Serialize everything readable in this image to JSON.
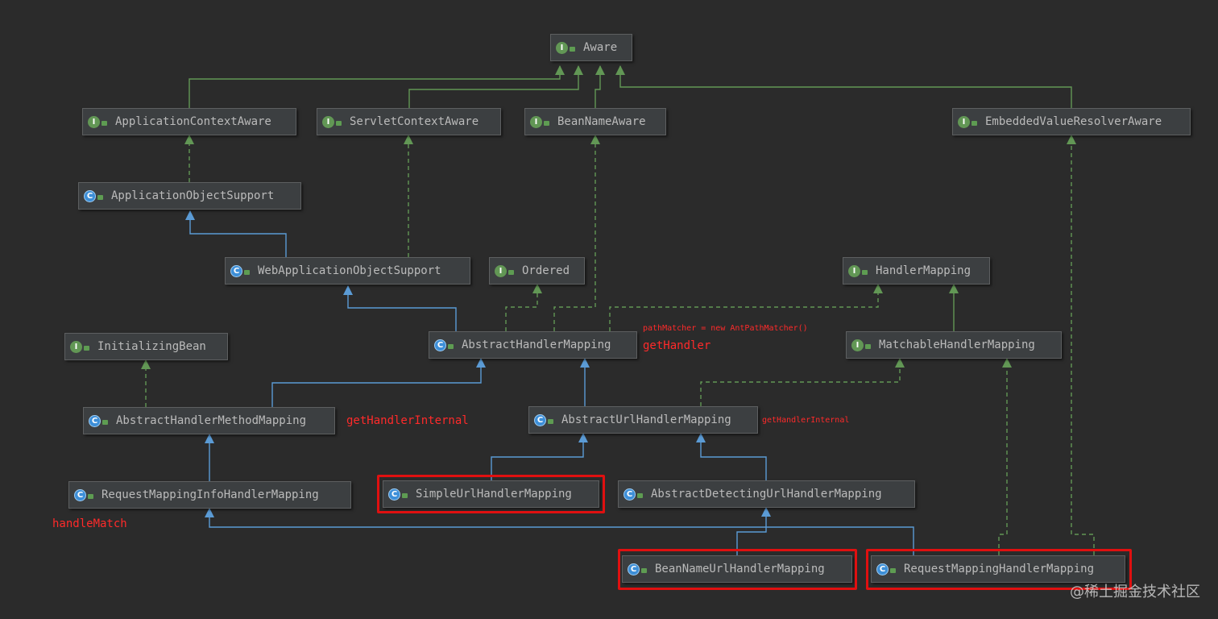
{
  "nodes": [
    {
      "id": "Aware",
      "kind": "I",
      "label": "Aware"
    },
    {
      "id": "ApplicationContextAware",
      "kind": "I",
      "label": "ApplicationContextAware"
    },
    {
      "id": "ServletContextAware",
      "kind": "I",
      "label": "ServletContextAware"
    },
    {
      "id": "BeanNameAware",
      "kind": "I",
      "label": "BeanNameAware"
    },
    {
      "id": "EmbeddedValueResolverAware",
      "kind": "I",
      "label": "EmbeddedValueResolverAware"
    },
    {
      "id": "ApplicationObjectSupport",
      "kind": "C",
      "label": "ApplicationObjectSupport"
    },
    {
      "id": "WebApplicationObjectSupport",
      "kind": "C",
      "label": "WebApplicationObjectSupport"
    },
    {
      "id": "Ordered",
      "kind": "I",
      "label": "Ordered"
    },
    {
      "id": "HandlerMapping",
      "kind": "I",
      "label": "HandlerMapping"
    },
    {
      "id": "InitializingBean",
      "kind": "I",
      "label": "InitializingBean"
    },
    {
      "id": "AbstractHandlerMapping",
      "kind": "C",
      "label": "AbstractHandlerMapping"
    },
    {
      "id": "MatchableHandlerMapping",
      "kind": "I",
      "label": "MatchableHandlerMapping"
    },
    {
      "id": "AbstractHandlerMethodMapping",
      "kind": "C",
      "label": "AbstractHandlerMethodMapping"
    },
    {
      "id": "AbstractUrlHandlerMapping",
      "kind": "C",
      "label": "AbstractUrlHandlerMapping"
    },
    {
      "id": "RequestMappingInfoHandlerMapping",
      "kind": "C",
      "label": "RequestMappingInfoHandlerMapping"
    },
    {
      "id": "SimpleUrlHandlerMapping",
      "kind": "C",
      "label": "SimpleUrlHandlerMapping"
    },
    {
      "id": "AbstractDetectingUrlHandlerMapping",
      "kind": "C",
      "label": "AbstractDetectingUrlHandlerMapping"
    },
    {
      "id": "BeanNameUrlHandlerMapping",
      "kind": "C",
      "label": "BeanNameUrlHandlerMapping"
    },
    {
      "id": "RequestMappingHandlerMapping",
      "kind": "C",
      "label": "RequestMappingHandlerMapping"
    }
  ],
  "edges": [
    {
      "from": "ApplicationContextAware",
      "to": "Aware",
      "kind": "extends-interface"
    },
    {
      "from": "ServletContextAware",
      "to": "Aware",
      "kind": "extends-interface"
    },
    {
      "from": "BeanNameAware",
      "to": "Aware",
      "kind": "extends-interface"
    },
    {
      "from": "EmbeddedValueResolverAware",
      "to": "Aware",
      "kind": "extends-interface"
    },
    {
      "from": "ApplicationObjectSupport",
      "to": "ApplicationContextAware",
      "kind": "implements"
    },
    {
      "from": "WebApplicationObjectSupport",
      "to": "ApplicationObjectSupport",
      "kind": "extends"
    },
    {
      "from": "WebApplicationObjectSupport",
      "to": "ServletContextAware",
      "kind": "implements"
    },
    {
      "from": "AbstractHandlerMapping",
      "to": "WebApplicationObjectSupport",
      "kind": "extends"
    },
    {
      "from": "AbstractHandlerMapping",
      "to": "Ordered",
      "kind": "implements"
    },
    {
      "from": "AbstractHandlerMapping",
      "to": "BeanNameAware",
      "kind": "implements"
    },
    {
      "from": "AbstractHandlerMapping",
      "to": "HandlerMapping",
      "kind": "implements"
    },
    {
      "from": "MatchableHandlerMapping",
      "to": "HandlerMapping",
      "kind": "extends-interface"
    },
    {
      "from": "AbstractHandlerMethodMapping",
      "to": "AbstractHandlerMapping",
      "kind": "extends"
    },
    {
      "from": "AbstractHandlerMethodMapping",
      "to": "InitializingBean",
      "kind": "implements"
    },
    {
      "from": "AbstractUrlHandlerMapping",
      "to": "AbstractHandlerMapping",
      "kind": "extends"
    },
    {
      "from": "AbstractUrlHandlerMapping",
      "to": "MatchableHandlerMapping",
      "kind": "implements"
    },
    {
      "from": "RequestMappingInfoHandlerMapping",
      "to": "AbstractHandlerMethodMapping",
      "kind": "extends"
    },
    {
      "from": "SimpleUrlHandlerMapping",
      "to": "AbstractUrlHandlerMapping",
      "kind": "extends"
    },
    {
      "from": "AbstractDetectingUrlHandlerMapping",
      "to": "AbstractUrlHandlerMapping",
      "kind": "extends"
    },
    {
      "from": "BeanNameUrlHandlerMapping",
      "to": "AbstractDetectingUrlHandlerMapping",
      "kind": "extends"
    },
    {
      "from": "RequestMappingHandlerMapping",
      "to": "RequestMappingInfoHandlerMapping",
      "kind": "extends"
    },
    {
      "from": "RequestMappingHandlerMapping",
      "to": "MatchableHandlerMapping",
      "kind": "implements"
    },
    {
      "from": "RequestMappingHandlerMapping",
      "to": "EmbeddedValueResolverAware",
      "kind": "implements"
    }
  ],
  "highlighted": [
    "SimpleUrlHandlerMapping",
    "BeanNameUrlHandlerMapping",
    "RequestMappingHandlerMapping"
  ],
  "annotations": {
    "path_matcher": "pathMatcher = new AntPathMatcher()",
    "get_handler": "getHandler",
    "get_handler_internal_method": "getHandlerInternal",
    "get_handler_internal_url": "getHandlerInternal",
    "handle_match": "handleMatch"
  },
  "badges": {
    "interface": "I",
    "class": "C"
  },
  "colors": {
    "background": "#2b2b2b",
    "node_fill": "#3c3f41",
    "node_text": "#bbbbbb",
    "interface_edge": "#629755",
    "class_edge": "#5b9bd5",
    "annotation": "#ff2a2a",
    "highlight": "#e01010"
  },
  "watermark": "@稀土掘金技术社区"
}
